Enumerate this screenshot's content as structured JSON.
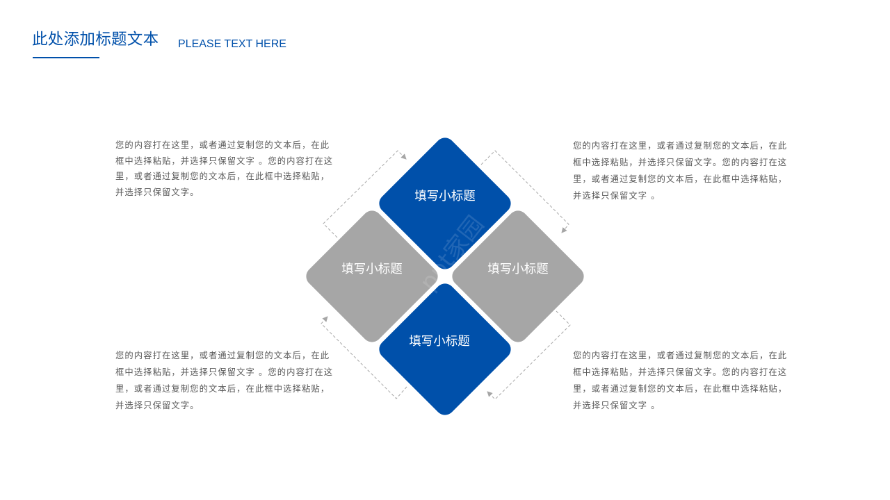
{
  "header": {
    "title": "此处添加标题文本",
    "subtitle": "PLEASE TEXT HERE"
  },
  "colors": {
    "primary": "#0050AA",
    "secondary": "#A6A6A6",
    "body_text": "#595959",
    "connector": "#A6A6A6"
  },
  "diagram": {
    "items": [
      {
        "position": "top",
        "label": "填写小标题",
        "color": "#0050AA"
      },
      {
        "position": "left",
        "label": "填写小标题",
        "color": "#A6A6A6"
      },
      {
        "position": "right",
        "label": "填写小标题",
        "color": "#A6A6A6"
      },
      {
        "position": "bottom",
        "label": "填写小标题",
        "color": "#0050AA"
      }
    ],
    "connectors": [
      {
        "position": "top-left",
        "icon": "dashed-arrow-icon"
      },
      {
        "position": "top-right",
        "icon": "dashed-arrow-icon"
      },
      {
        "position": "bottom-left",
        "icon": "dashed-arrow-icon"
      },
      {
        "position": "bottom-right",
        "icon": "dashed-arrow-icon"
      }
    ],
    "watermark": "ppt家园"
  },
  "text_blocks": {
    "top_left": {
      "lines": [
        "您的内容打在这里，或者通过复制您的文本后，在此",
        "框中选择粘贴，并选择只保留文字 。您的内容打在这",
        "里，或者通过复制您的文本后，在此框中选择粘贴，",
        "并选择只保留文字。"
      ]
    },
    "top_right": {
      "lines": [
        "您的内容打在这里，或者通过复制您的文本后，在此",
        "框中选择粘贴，并选择只保留文字。您的内容打在这",
        "里，或者通过复制您的文本后，在此框中选择粘贴，",
        "并选择只保留文字 。"
      ]
    },
    "bottom_left": {
      "lines": [
        "您的内容打在这里，或者通过复制您的文本后，在此",
        "框中选择粘贴，并选择只保留文字 。您的内容打在这",
        "里，或者通过复制您的文本后，在此框中选择粘贴，",
        "并选择只保留文字。"
      ]
    },
    "bottom_right": {
      "lines": [
        "您的内容打在这里，或者通过复制您的文本后，在此",
        "框中选择粘贴，并选择只保留文字。您的内容打在这",
        "里，或者通过复制您的文本后，在此框中选择粘贴，",
        "并选择只保留文字 。"
      ]
    }
  }
}
